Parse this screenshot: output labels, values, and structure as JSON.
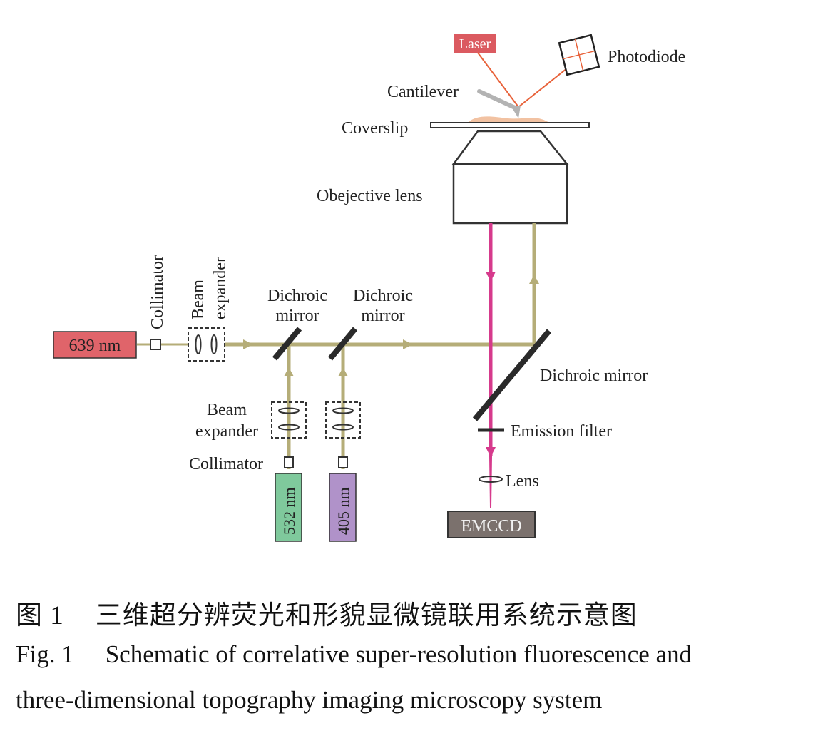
{
  "labels": {
    "laser": "Laser",
    "photodiode": "Photodiode",
    "cantilever": "Cantilever",
    "coverslip": "Coverslip",
    "objective": "Obejective lens",
    "collimator_top": "Collimator",
    "beam_expander_top_1": "Beam",
    "beam_expander_top_2": "expander",
    "dichroic_1_l1": "Dichroic",
    "dichroic_1_l2": "mirror",
    "dichroic_2_l1": "Dichroic",
    "dichroic_2_l2": "mirror",
    "dichroic_main": "Dichroic mirror",
    "beam_expander_bottom_1": "Beam",
    "beam_expander_bottom_2": "expander",
    "collimator_bottom": "Collimator",
    "emission_filter": "Emission filter",
    "lens": "Lens",
    "emccd": "EMCCD",
    "laser_639": "639 nm",
    "laser_532": "532 nm",
    "laser_405": "405 nm"
  },
  "caption": {
    "cn_num": "图 1",
    "cn_text": "三维超分辨荧光和形貌显微镜联用系统示意图",
    "en_num": "Fig. 1",
    "en_line1": "Schematic of correlative super-resolution fluorescence and",
    "en_line2": "three-dimensional topography imaging microscopy system"
  },
  "colors": {
    "excitation_beam": "#b5ad78",
    "emission_beam": "#d63a8c",
    "afm_laser_beam": "#e8623a",
    "laser_639_fill": "#e0646a",
    "laser_532_fill": "#7fc99c",
    "laser_405_fill": "#b092c9",
    "emccd_fill": "#7b716d",
    "laser_box_fill": "#db5a60",
    "sample_fill": "#f2c2a2"
  }
}
